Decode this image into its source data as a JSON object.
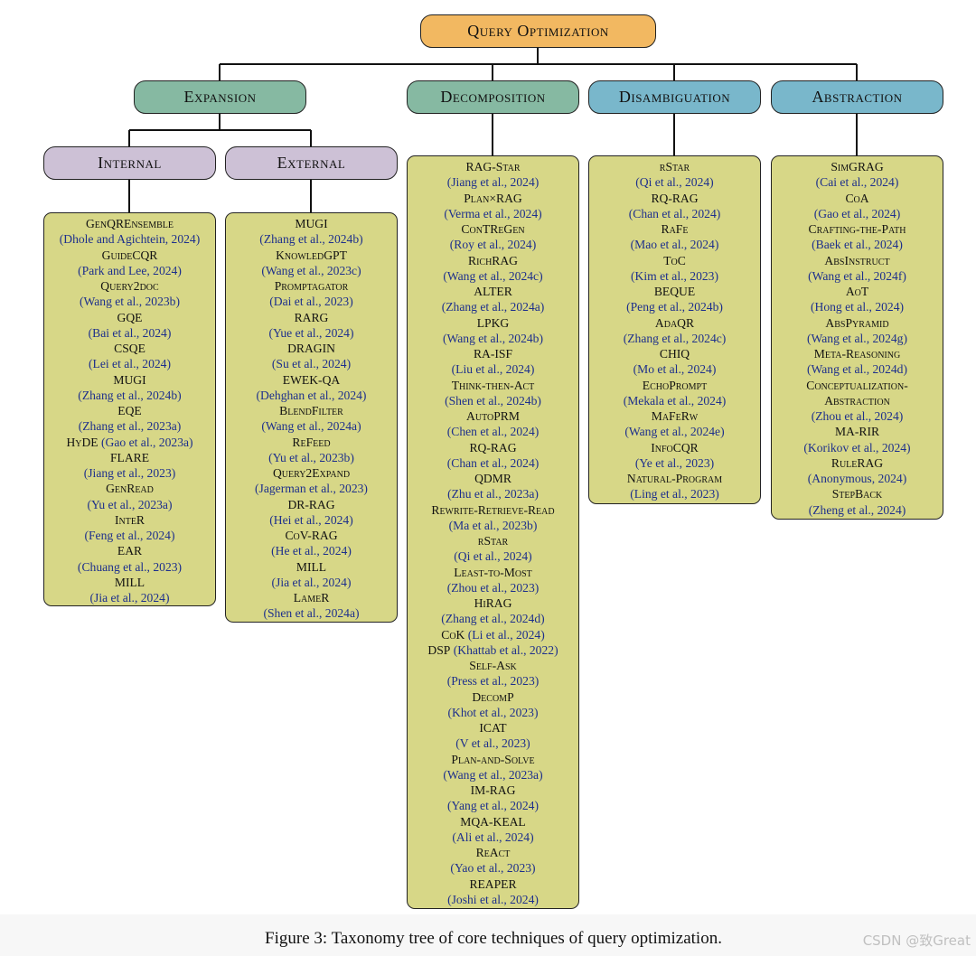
{
  "root": "Query Optimization",
  "categories": [
    {
      "key": "expansion",
      "label": "Expansion",
      "color": "#86b9a2"
    },
    {
      "key": "decomposition",
      "label": "Decomposition",
      "color": "#86b9a2"
    },
    {
      "key": "disambiguation",
      "label": "Disambiguation",
      "color": "#79b7cb"
    },
    {
      "key": "abstraction",
      "label": "Abstraction",
      "color": "#79b7cb"
    }
  ],
  "subcategories": [
    {
      "key": "internal",
      "label": "Internal",
      "color": "#cdc1d6"
    },
    {
      "key": "external",
      "label": "External",
      "color": "#cdc1d6"
    }
  ],
  "colors": {
    "root": "#f2b861",
    "leaf_box": "#d7d787",
    "citation": "#1d2f8c"
  },
  "leaves": {
    "internal": [
      [
        "GenQREnsemble",
        "(Dhole and Agichtein, 2024)"
      ],
      [
        "GuideCQR",
        "(Park and Lee, 2024)"
      ],
      [
        "Query2doc",
        "(Wang et al., 2023b)"
      ],
      [
        "GQE",
        "(Bai et al., 2024)"
      ],
      [
        "CSQE",
        "(Lei et al., 2024)"
      ],
      [
        "MUGI",
        "(Zhang et al., 2024b)"
      ],
      [
        "EQE",
        "(Zhang et al., 2023a)"
      ],
      [
        "HyDE",
        "(Gao et al., 2023a)",
        true
      ],
      [
        "FLARE",
        "(Jiang et al., 2023)"
      ],
      [
        "GenRead",
        "(Yu et al., 2023a)"
      ],
      [
        "InteR",
        "(Feng et al., 2024)"
      ],
      [
        "EAR",
        "(Chuang et al., 2023)"
      ],
      [
        "MILL",
        "(Jia et al., 2024)"
      ]
    ],
    "external": [
      [
        "MUGI",
        "(Zhang et al., 2024b)"
      ],
      [
        "KnowledGPT",
        "(Wang et al., 2023c)"
      ],
      [
        "Promptagator",
        "(Dai et al., 2023)"
      ],
      [
        "RARG",
        "(Yue et al., 2024)"
      ],
      [
        "DRAGIN",
        "(Su et al., 2024)"
      ],
      [
        "EWEK-QA",
        "(Dehghan et al., 2024)"
      ],
      [
        "BlendFilter",
        "(Wang et al., 2024a)"
      ],
      [
        "ReFeed",
        "(Yu et al., 2023b)"
      ],
      [
        "Query2Expand",
        "(Jagerman et al., 2023)"
      ],
      [
        "DR-RAG",
        "(Hei et al., 2024)"
      ],
      [
        "CoV-RAG",
        "(He et al., 2024)"
      ],
      [
        "MILL",
        "(Jia et al., 2024)"
      ],
      [
        "LameR",
        "(Shen et al., 2024a)"
      ]
    ],
    "decomposition": [
      [
        "RAG-Star",
        "(Jiang et al., 2024)"
      ],
      [
        "Plan×RAG",
        "(Verma et al., 2024)"
      ],
      [
        "ConTReGen",
        "(Roy et al., 2024)"
      ],
      [
        "RichRAG",
        "(Wang et al., 2024c)"
      ],
      [
        "ALTER",
        "(Zhang et al., 2024a)"
      ],
      [
        "LPKG",
        "(Wang et al., 2024b)"
      ],
      [
        "RA-ISF",
        "(Liu et al., 2024)"
      ],
      [
        "Think-then-Act",
        "(Shen et al., 2024b)"
      ],
      [
        "AutoPRM",
        "(Chen et al., 2024)"
      ],
      [
        "RQ-RAG",
        "(Chan et al., 2024)"
      ],
      [
        "QDMR",
        "(Zhu et al., 2023a)"
      ],
      [
        "Rewrite-Retrieve-Read",
        "(Ma et al., 2023b)"
      ],
      [
        "rStar",
        "(Qi et al., 2024)"
      ],
      [
        "Least-to-Most",
        "(Zhou et al., 2023)"
      ],
      [
        "HiRAG",
        "(Zhang et al., 2024d)"
      ],
      [
        "CoK",
        "(Li et al., 2024)",
        true
      ],
      [
        "DSP",
        "(Khattab et al., 2022)",
        true
      ],
      [
        "Self-Ask",
        "(Press et al., 2023)"
      ],
      [
        "DecomP",
        "(Khot et al., 2023)"
      ],
      [
        "ICAT",
        "(V et al., 2023)"
      ],
      [
        "Plan-and-Solve",
        "(Wang et al., 2023a)"
      ],
      [
        "IM-RAG",
        "(Yang et al., 2024)"
      ],
      [
        "MQA-KEAL",
        "(Ali et al., 2024)"
      ],
      [
        "ReAct",
        "(Yao et al., 2023)"
      ],
      [
        "REAPER",
        "(Joshi et al., 2024)"
      ]
    ],
    "disambiguation": [
      [
        "rStar",
        "(Qi et al., 2024)"
      ],
      [
        "RQ-RAG",
        "(Chan et al., 2024)"
      ],
      [
        "RaFe",
        "(Mao et al., 2024)"
      ],
      [
        "ToC",
        "(Kim et al., 2023)"
      ],
      [
        "BEQUE",
        "(Peng et al., 2024b)"
      ],
      [
        "AdaQR",
        "(Zhang et al., 2024c)"
      ],
      [
        "CHIQ",
        "(Mo et al., 2024)"
      ],
      [
        "EchoPrompt",
        "(Mekala et al., 2024)"
      ],
      [
        "MaFeRw",
        "(Wang et al., 2024e)"
      ],
      [
        "InfoCQR",
        "(Ye et al., 2023)"
      ],
      [
        "Natural-Program",
        "(Ling et al., 2023)"
      ]
    ],
    "abstraction": [
      [
        "SimGRAG",
        "(Cai et al., 2024)"
      ],
      [
        "CoA",
        "(Gao et al., 2024)"
      ],
      [
        "Crafting-the-Path",
        "(Baek et al., 2024)"
      ],
      [
        "AbsInstruct",
        "(Wang et al., 2024f)"
      ],
      [
        "AoT",
        "(Hong et al., 2024)"
      ],
      [
        "AbsPyramid",
        "(Wang et al., 2024g)"
      ],
      [
        "Meta-Reasoning",
        "(Wang et al., 2024d)"
      ],
      [
        "Conceptualization-",
        ""
      ],
      [
        "Abstraction",
        "(Zhou et al., 2024)"
      ],
      [
        "MA-RIR",
        "(Korikov et al., 2024)"
      ],
      [
        "RuleRAG",
        "(Anonymous, 2024)"
      ],
      [
        "StepBack",
        "(Zheng et al., 2024)"
      ]
    ]
  },
  "caption": "Figure 3: Taxonomy tree of core techniques of query optimization.",
  "watermark": "CSDN @致Great"
}
